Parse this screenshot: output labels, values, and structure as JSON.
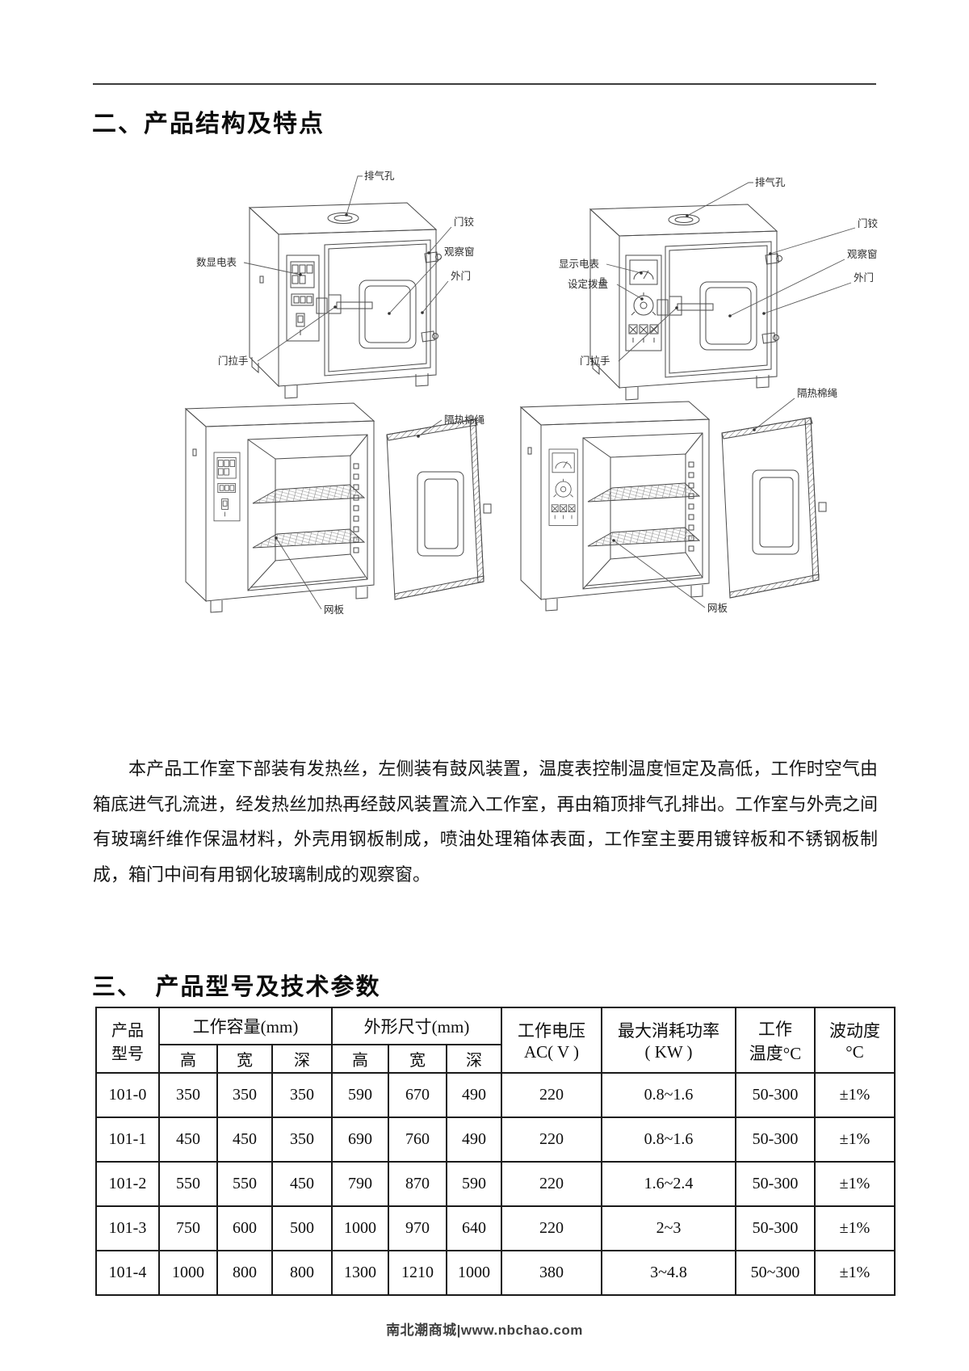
{
  "page": {
    "section2_title": "二、产品结构及特点",
    "section3_title": "三、　产品型号及技术参数",
    "paragraph": "本产品工作室下部装有发热丝，左侧装有鼓风装置，温度表控制温度恒定及高低，工作时空气由箱底进气孔流进，经发热丝加热再经鼓风装置流入工作室，再由箱顶排气孔排出。工作室与外壳之间有玻璃纤维作保温材料，外壳用钢板制成，喷油处理箱体表面，工作室主要用镀锌板和不锈钢板制成，箱门中间有用钢化玻璃制成的观察窗。",
    "footer": "南北潮商城|www.nbchao.com"
  },
  "diagrams": {
    "d1": {
      "exhaust": "排气孔",
      "meter": "数显电表",
      "handle": "门拉手",
      "hinge": "门铰",
      "window": "观察窗",
      "door": "外门"
    },
    "d2": {
      "exhaust": "排气孔",
      "meter": "显示电表",
      "dial": "设定拨盘",
      "handle": "门拉手",
      "hinge": "门铰",
      "window": "观察窗",
      "door": "外门"
    },
    "d3": {
      "insulation": "隔热棉绳",
      "mesh": "网板"
    },
    "d4": {
      "insulation": "隔热棉绳",
      "mesh": "网板"
    }
  },
  "table": {
    "header": {
      "model": [
        "产品",
        "型号"
      ],
      "capacity_group": "工作容量(mm)",
      "dimension_group": "外形尺寸(mm)",
      "sub": [
        "高",
        "宽",
        "深"
      ],
      "voltage": [
        "工作电压",
        "AC( V )"
      ],
      "power": [
        "最大消耗功率",
        "( KW )"
      ],
      "temp": [
        "工作",
        "温度°C"
      ],
      "fluct": [
        "波动度",
        "°C"
      ]
    },
    "rows": [
      [
        "101-0",
        "350",
        "350",
        "350",
        "590",
        "670",
        "490",
        "220",
        "0.8~1.6",
        "50-300",
        "±1%"
      ],
      [
        "101-1",
        "450",
        "450",
        "350",
        "690",
        "760",
        "490",
        "220",
        "0.8~1.6",
        "50-300",
        "±1%"
      ],
      [
        "101-2",
        "550",
        "550",
        "450",
        "790",
        "870",
        "590",
        "220",
        "1.6~2.4",
        "50-300",
        "±1%"
      ],
      [
        "101-3",
        "750",
        "600",
        "500",
        "1000",
        "970",
        "640",
        "220",
        "2~3",
        "50-300",
        "±1%"
      ],
      [
        "101-4",
        "1000",
        "800",
        "800",
        "1300",
        "1210",
        "1000",
        "380",
        "3~4.8",
        "50~300",
        "±1%"
      ]
    ]
  }
}
